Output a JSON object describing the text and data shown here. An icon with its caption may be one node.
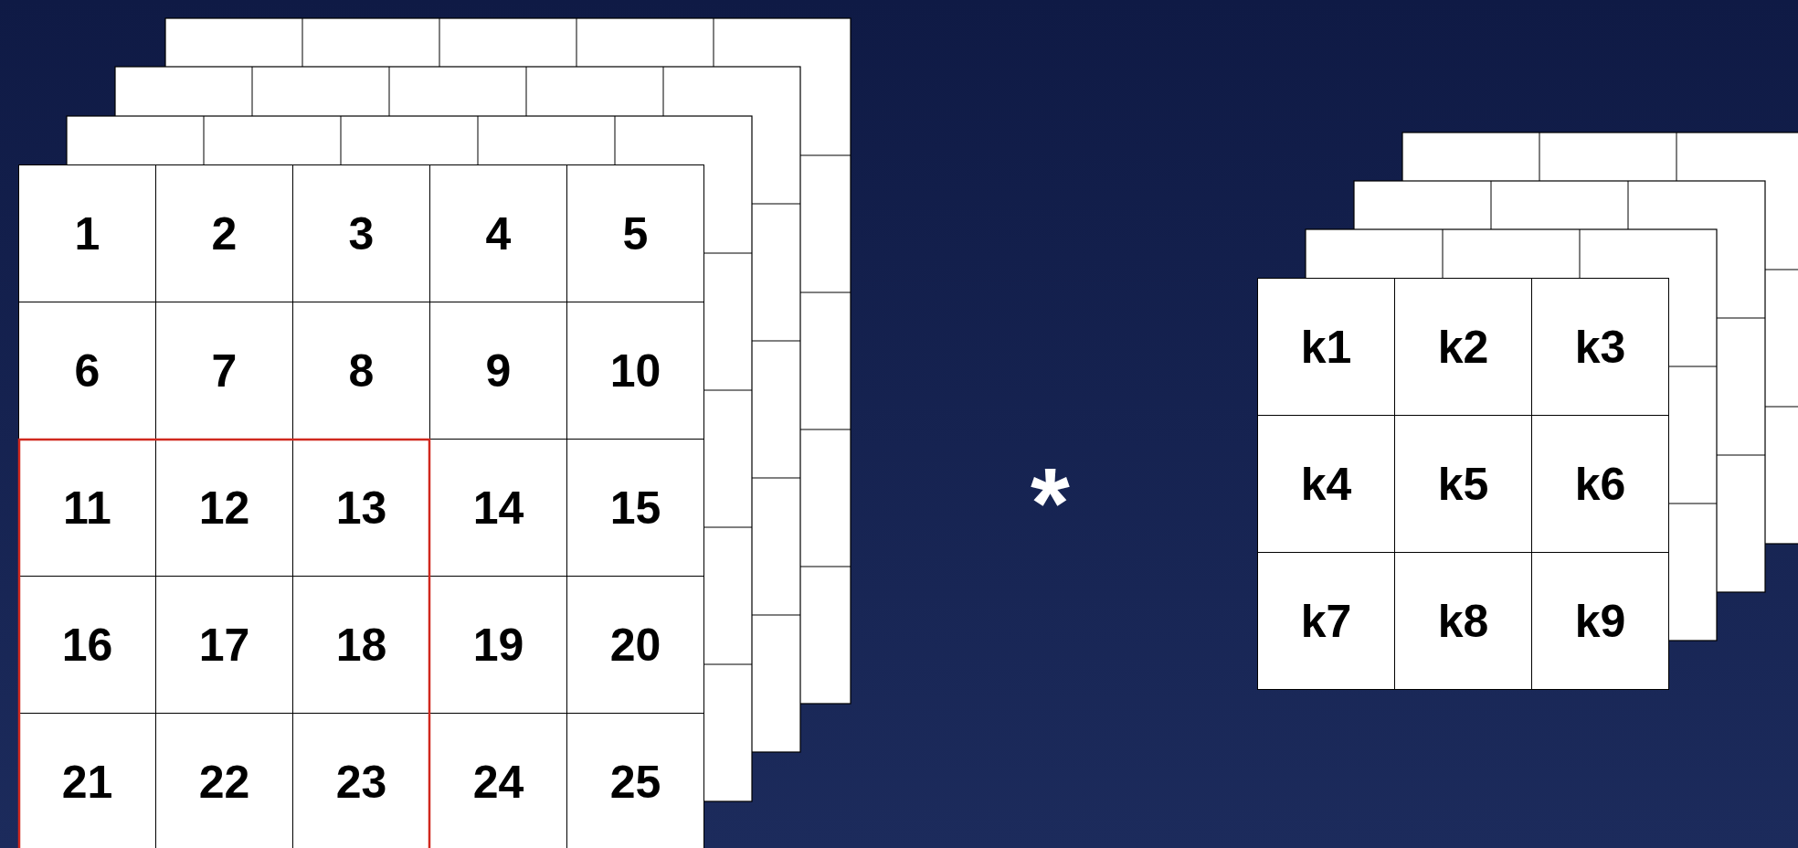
{
  "diagram": {
    "labels": [
      "1",
      "2",
      "3",
      "4",
      "5",
      "6",
      "7",
      "8",
      "9",
      "10",
      "11",
      "12",
      "13",
      "14",
      "15",
      "16",
      "17",
      "18",
      "19",
      "20",
      "21",
      "22",
      "23",
      "24",
      "25",
      "*",
      "k1",
      "k2",
      "k3",
      "k4",
      "k5",
      "k6",
      "k7",
      "k8",
      "k9"
    ]
  }
}
